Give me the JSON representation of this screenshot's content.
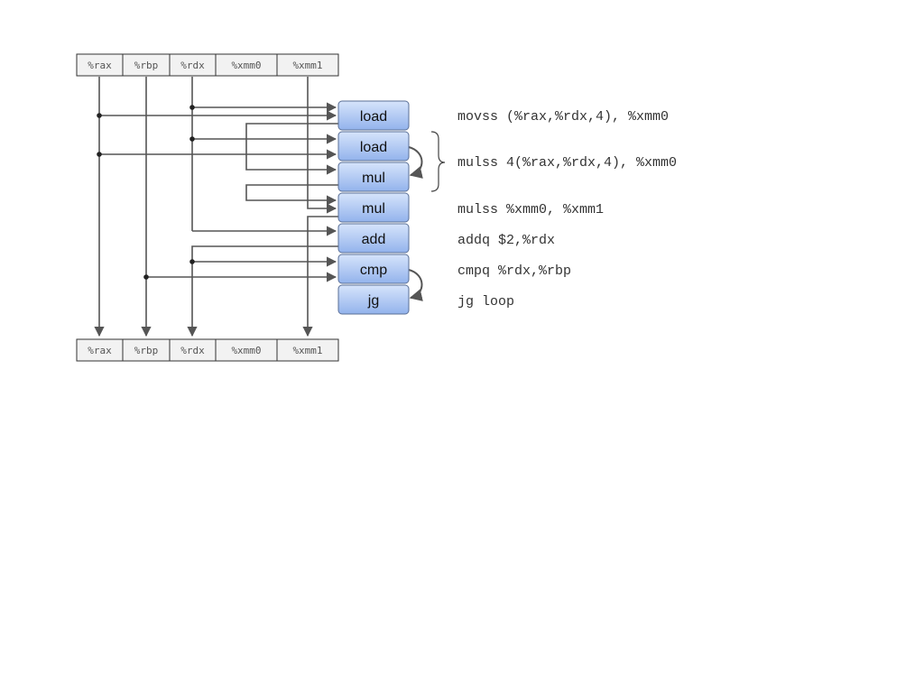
{
  "registers_top": [
    "%rax",
    "%rbp",
    "%rdx",
    "%xmm0",
    "%xmm1"
  ],
  "registers_bottom": [
    "%rax",
    "%rbp",
    "%rdx",
    "%xmm0",
    "%xmm1"
  ],
  "operations": [
    "load",
    "load",
    "mul",
    "mul",
    "add",
    "cmp",
    "jg"
  ],
  "instructions": {
    "movss": "movss (%rax,%rdx,4), %xmm0",
    "mulss_mem": "mulss 4(%rax,%rdx,4), %xmm0",
    "mulss_reg": "mulss %xmm0, %xmm1",
    "addq": "addq $2,%rdx",
    "cmpq": "cmpq %rdx,%rbp",
    "jg": "jg loop"
  },
  "colors": {
    "op_fill_top": "#d6e4fb",
    "op_fill_bottom": "#93b3ec",
    "op_stroke": "#5a6f96",
    "register_fill": "#f2f2f2",
    "wire": "#555555"
  }
}
